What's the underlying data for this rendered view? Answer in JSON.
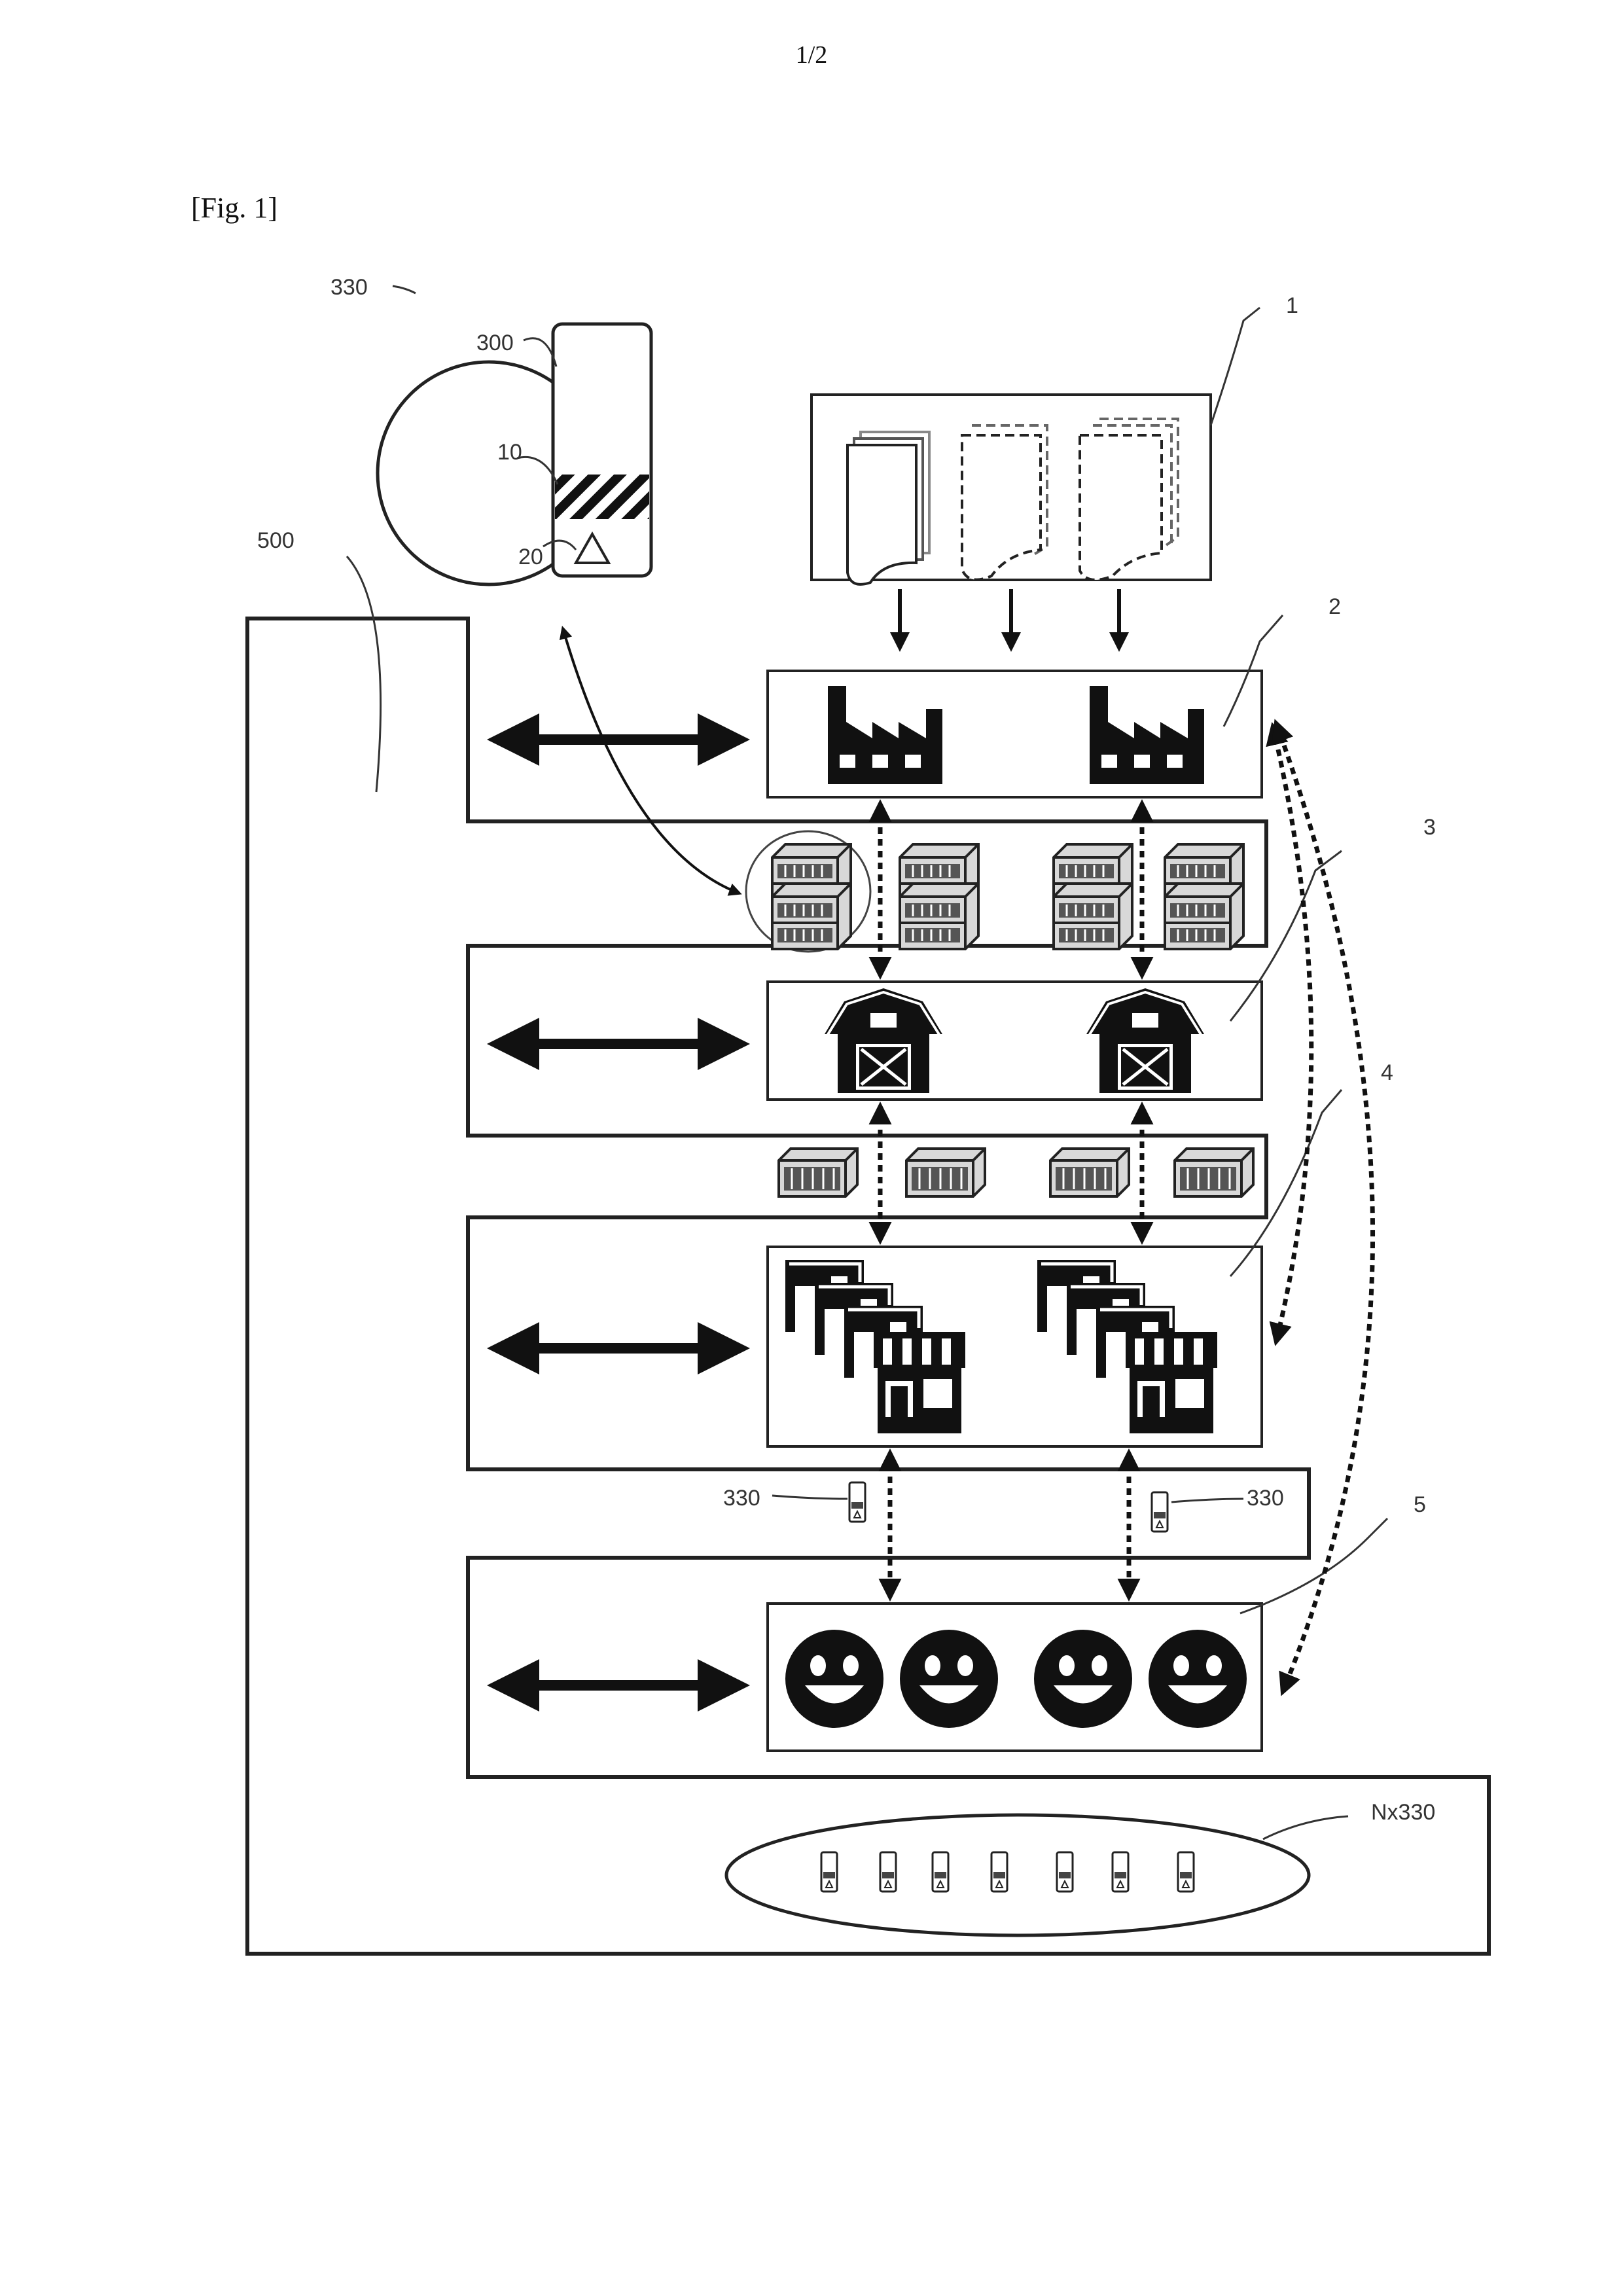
{
  "page_number": "1/2",
  "figure_label": "[Fig. 1]",
  "reference_labels": {
    "inset_circle": "330",
    "inset_label": "300",
    "inset_code": "10",
    "inset_symbol": "20",
    "system": "500",
    "suppliers": "1",
    "factory": "2",
    "warehouse": "3",
    "stores": "4",
    "consumers": "5",
    "store_item_left": "330",
    "store_item_right": "330",
    "item_group": "Nx330"
  }
}
